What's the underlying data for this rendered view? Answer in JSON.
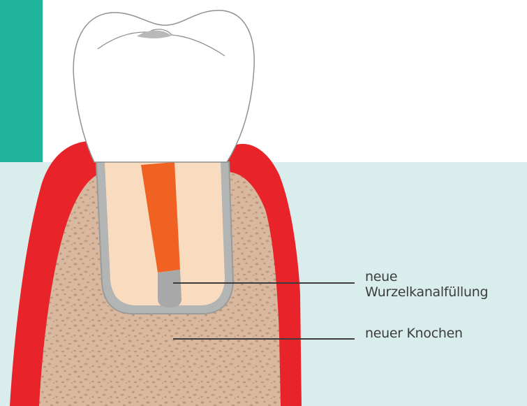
{
  "labels": {
    "root_filling_line1": "neue",
    "root_filling_line2": "Wurzelkanalfüllung",
    "new_bone": "neuer Knochen"
  },
  "colors": {
    "background_top": "#ffffff",
    "background_bottom": "#d9eeec",
    "accent_bar": "#1fb49b",
    "gum": "#e8242a",
    "bone": "#d9b8a0",
    "bone_pores": "#bd967c",
    "root": "#f9dcc0",
    "root_canal_filling": "#ef6222",
    "new_filling": "#a8a8a8",
    "root_outline": "#a9aaaa",
    "crown": "#ffffff",
    "crown_outline": "#8f9191",
    "leader_line": "#3c3c3c"
  }
}
